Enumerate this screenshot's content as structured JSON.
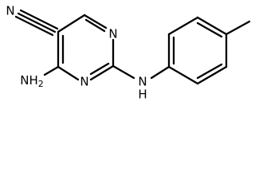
{
  "molecule": {
    "atoms": {
      "nitrile_n": "N",
      "ring_n_top": "N",
      "ring_n_bottom": "N",
      "amine_h": "H",
      "amine_n": "N",
      "amino_nh": "NH",
      "amino_sub": "2"
    }
  }
}
